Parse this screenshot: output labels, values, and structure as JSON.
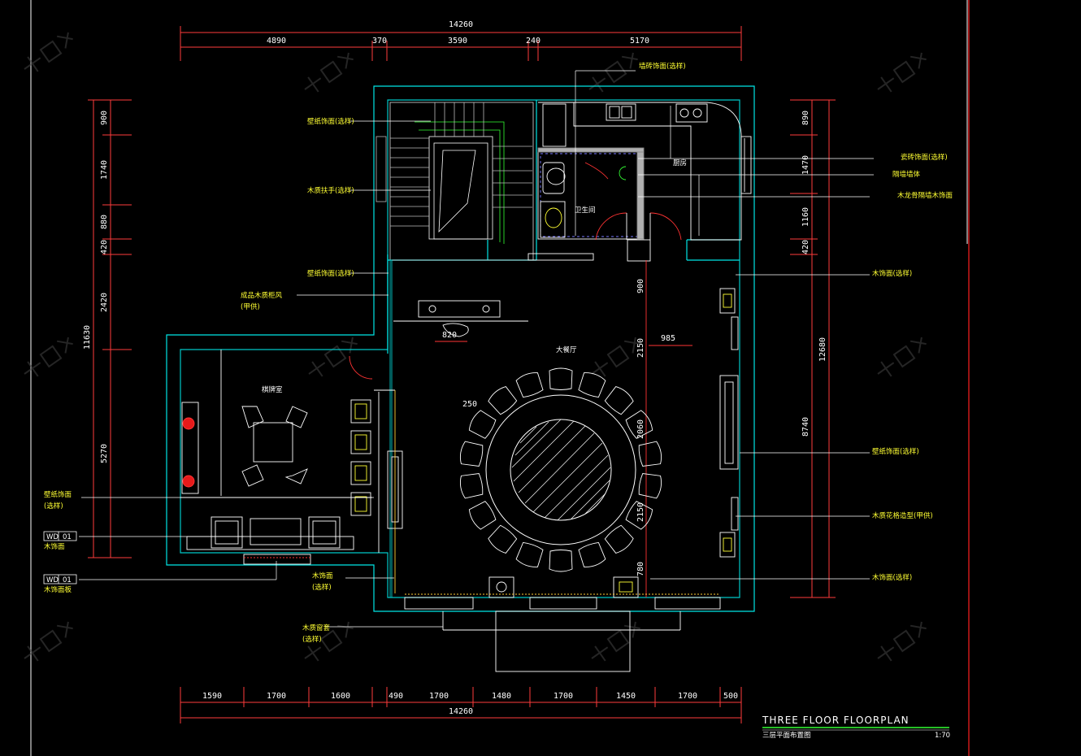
{
  "title_block": {
    "title": "THREE FLOOR FLOORPLAN",
    "subtitle": "三层平面布置图",
    "scale": "1:70"
  },
  "dimensions": {
    "top_total": "14260",
    "top": [
      "4890",
      "370",
      "3590",
      "240",
      "5170"
    ],
    "bottom": [
      "1590",
      "1700",
      "1600",
      "490",
      "1700",
      "1480",
      "1700",
      "1450",
      "1700",
      "500"
    ],
    "bottom_total": "14260",
    "left": [
      "900",
      "1740",
      "880",
      "420",
      "2420",
      "5270"
    ],
    "left_total": "11630",
    "right": [
      "890",
      "1470",
      "1160",
      "420",
      "8740"
    ],
    "right_total": "12680",
    "inner_vertical": [
      "900",
      "2150",
      "2060",
      "2150",
      "780"
    ],
    "inner_985": "985",
    "inner_820": "820",
    "inner_250": "250"
  },
  "rooms": {
    "dining_hall": "大餐厅",
    "tea_room": "棋牌室",
    "bathroom": "卫生间",
    "kitchen": "厨房"
  },
  "labels": {
    "wallpaper_top": "壁纸饰面(选样)",
    "wood_handrail": "木质扶手(选样)",
    "wallpaper_mid": "壁纸饰面(选样)",
    "dark_wood_cabinet_1": "成品木质柜风",
    "dark_wood_cabinet_2": "(甲供)",
    "wallpaper_left_1": "壁纸饰面",
    "wallpaper_left_2": "(选样)",
    "wood_finish_1": "木饰面",
    "wood_finish_2": "(选样)",
    "wood_curtain_1": "木质窗套",
    "wood_curtain_2": "(选样)",
    "tile_top": "墙砖饰面(选样)",
    "tile_right": "瓷砖饰面(选样)",
    "partition": "隔墙墙体",
    "waterproof": "木龙骨隔墙木饰面",
    "wood_right_1": "木饰面(选样)",
    "wallpaper_right": "壁纸饰面(选样)",
    "wood_carve": "木质花格造型(甲供)",
    "wood_right_2": "木饰面(选样)",
    "box1_a": "WD",
    "box1_b": "01",
    "box1_label": "木饰面",
    "box2_a": "WD",
    "box2_b": "01",
    "box2_label": "木饰面板",
    "kitchen_label": "厨房"
  }
}
